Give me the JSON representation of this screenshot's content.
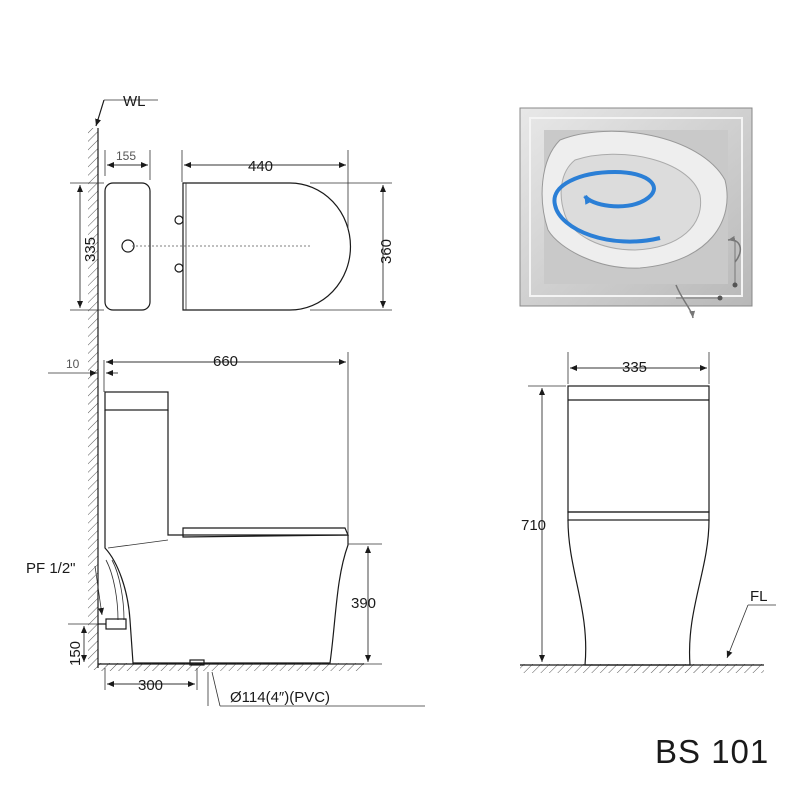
{
  "labels": {
    "wall": "WL",
    "floor": "FL",
    "water_inlet": "PF 1/2\"",
    "outlet": "Ø114(4″)(PVC)",
    "model": "BS 101"
  },
  "dimensions": {
    "tank_depth": "155",
    "bowl_length": "440",
    "tank_width": "335",
    "bowl_width": "360",
    "wall_gap": "10",
    "total_length": "660",
    "seat_height": "390",
    "inlet_height": "150",
    "rough_in": "300",
    "front_width": "335",
    "total_height": "710"
  },
  "colors": {
    "line": "#1a1a1a",
    "flush_arrow": "#2b7fd6",
    "photo_bg": "#d8d8d8"
  }
}
